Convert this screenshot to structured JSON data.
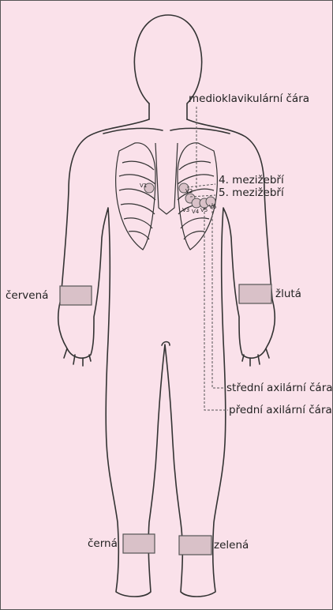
{
  "labels": {
    "midclavicular": "medioklavikulární čára",
    "ics4": "4. mezižebří",
    "ics5": "5. mezižebří",
    "mid_axillary": "střední axilární čára",
    "ant_axillary": "přední axilární čára",
    "right_arm": "červená",
    "left_arm": "žlutá",
    "right_leg": "černá",
    "left_leg": "zelená"
  },
  "leads": {
    "v1": "V1",
    "v2": "V2",
    "v3": "V3",
    "v4": "V4",
    "v5": "V5",
    "v6": "V6"
  },
  "colors": {
    "background": "#fae1ea",
    "electrode": "#d9c1c8",
    "outline": "#333333"
  }
}
